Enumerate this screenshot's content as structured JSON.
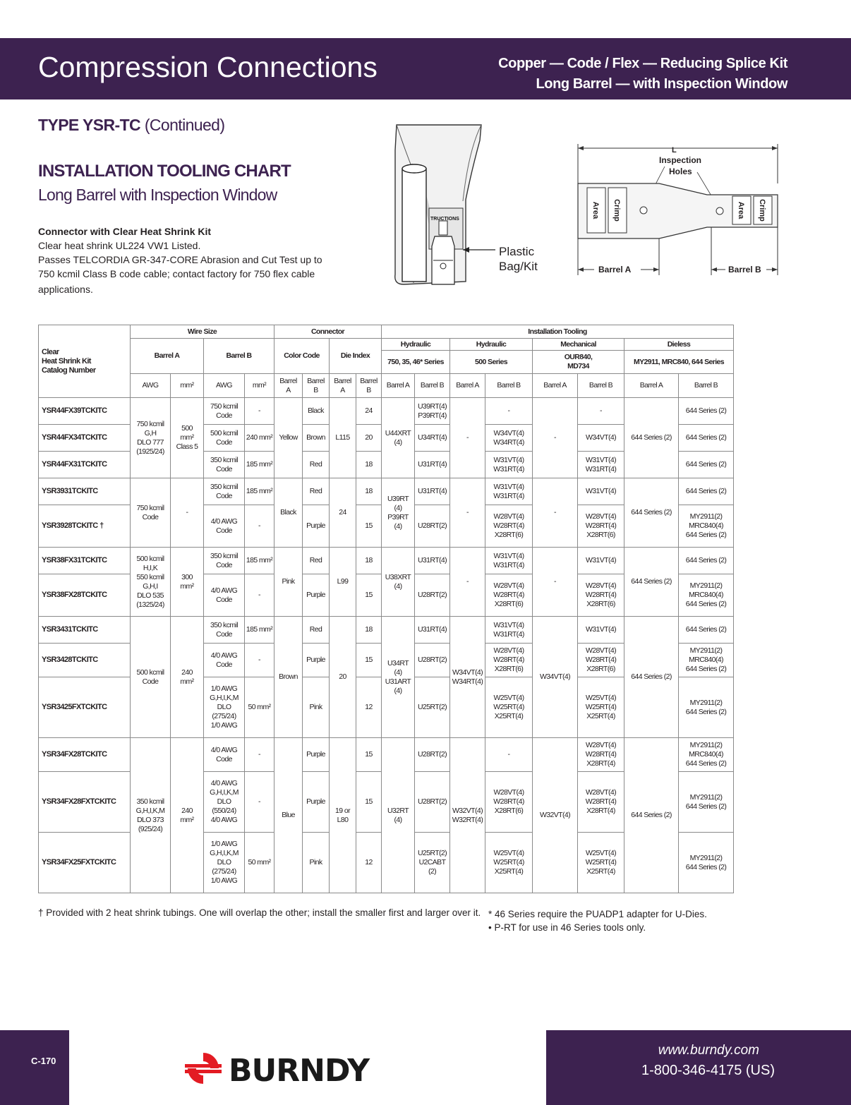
{
  "header": {
    "title": "Compression Connections",
    "sub1": "Copper — Code / Flex — Reducing Splice Kit",
    "sub2": "Long Barrel — with Inspection Window"
  },
  "type_line": {
    "bold": "TYPE YSR-TC",
    "rest": " (Continued)"
  },
  "chart_title": "INSTALLATION TOOLING CHART",
  "chart_subtitle": "Long Barrel with Inspection Window",
  "desc": {
    "heading": "Connector with Clear Heat Shrink Kit",
    "lines": [
      "Clear heat shrink UL224 VW1 Listed.",
      "Passes TELCORDIA GR-347-CORE Abrasion and Cut Test up to",
      "750 kcmil Class B code cable; contact factory for 750 flex cable",
      "applications."
    ]
  },
  "figure1": {
    "instructions": "TRUCTIONS",
    "label1": "Plastic",
    "label2": "Bag/Kit"
  },
  "figure2": {
    "L": "L",
    "insp1": "Inspection",
    "insp2": "Holes",
    "crimp": "Crimp",
    "area": "Area",
    "barrelA": "Barrel A",
    "barrelB": "Barrel B"
  },
  "table": {
    "h": {
      "catalog": [
        "Clear",
        "Heat Shrink Kit",
        "Catalog Number"
      ],
      "wire_size": "Wire Size",
      "connector": "Connector",
      "installation_tooling": "Installation Tooling",
      "barrel_a": "Barrel A",
      "barrel_b": "Barrel B",
      "color_code": "Color Code",
      "die_index": "Die Index",
      "hydraulic": "Hydraulic",
      "mechanical": "Mechanical",
      "dieless": "Dieless",
      "h1_series": "750, 35, 46* Series",
      "h2_series": "500 Series",
      "mech_series": [
        "OUR840,",
        "MD734"
      ],
      "dieless_series": "MY2911, MRC840, 644 Series",
      "awg": "AWG",
      "mm2": "mm²",
      "barrel": "Barrel",
      "a": "A",
      "b": "B",
      "barrelA": "Barrel A",
      "barrelB": "Barrel B"
    },
    "rows": [
      {
        "cat": "YSR44FX39TCKITC",
        "wb": "750 kcmil|Code",
        "wbm": "-",
        "col": "Black",
        "dib": "24",
        "h1b": "U39RT(4)|P39RT(4)",
        "h2b": "-",
        "mb": "-",
        "db": "644 Series (2)"
      },
      {
        "cat": "YSR44FX34TCKITC",
        "wb": "500 kcmil|Code",
        "wbm": "240 mm²",
        "col": "Brown",
        "dib": "20",
        "h1b": "U34RT(4)",
        "h2b": "W34VT(4)|W34RT(4)",
        "mb": "W34VT(4)",
        "db": "644 Series (2)"
      },
      {
        "cat": "YSR44FX31TCKITC",
        "wb": "350 kcmil|Code",
        "wbm": "185 mm²",
        "col": "Red",
        "dib": "18",
        "h1b": "U31RT(4)",
        "h2b": "W31VT(4)|W31RT(4)",
        "mb": "W31VT(4)|W31RT(4)",
        "db": "644 Series (2)"
      },
      {
        "cat": "YSR3931TCKITC",
        "wb": "350 kcmil|Code",
        "wbm": "185 mm²",
        "col": "Red",
        "dib": "18",
        "h1b": "U31RT(4)",
        "h2b": "W31VT(4)|W31RT(4)",
        "mb": "W31VT(4)",
        "db": "644 Series (2)"
      },
      {
        "cat": "YSR3928TCKITC †",
        "wb": "4/0 AWG|Code",
        "wbm": "-",
        "col": "Purple",
        "dib": "15",
        "h1b": "U28RT(2)",
        "h2b": "W28VT(4)|W28RT(4)|X28RT(6)",
        "mb": "W28VT(4)|W28RT(4)|X28RT(6)",
        "db": "MY2911(2)|MRC840(4)|644 Series (2)"
      },
      {
        "cat": "YSR38FX31TCKITC",
        "wb": "350 kcmil|Code",
        "wbm": "185 mm²",
        "col": "Red",
        "dib": "18",
        "h1b": "U31RT(4)",
        "h2b": "W31VT(4)|W31RT(4)",
        "mb": "W31VT(4)",
        "db": "644 Series (2)"
      },
      {
        "cat": "YSR38FX28TCKITC",
        "wb": "4/0 AWG|Code",
        "wbm": "-",
        "col": "Purple",
        "dib": "15",
        "h1b": "U28RT(2)",
        "h2b": "W28VT(4)|W28RT(4)|X28RT(6)",
        "mb": "W28VT(4)|W28RT(4)|X28RT(6)",
        "db": "MY2911(2)|MRC840(4)|644 Series (2)"
      },
      {
        "cat": "YSR3431TCKITC",
        "wb": "350 kcmil|Code",
        "wbm": "185 mm²",
        "col": "Red",
        "dib": "18",
        "h1b": "U31RT(4)",
        "h2b": "W31VT(4)|W31RT(4)",
        "mb": "W31VT(4)",
        "db": "644 Series (2)"
      },
      {
        "cat": "YSR3428TCKITC",
        "wb": "4/0 AWG|Code",
        "wbm": "-",
        "col": "Purple",
        "dib": "15",
        "h1b": "U28RT(2)",
        "h2b": "W28VT(4)|W28RT(4)|X28RT(6)",
        "mb": "W28VT(4)|W28RT(4)|X28RT(6)",
        "db": "MY2911(2)|MRC840(4)|644 Series (2)"
      },
      {
        "cat": "YSR3425FXTCKITC",
        "wb": "1/0 AWG|G,H,I,K,M|DLO|(275/24)|1/0 AWG",
        "wbm": "50 mm²",
        "col": "Pink",
        "dib": "12",
        "h1b": "U25RT(2)",
        "h2b": "W25VT(4)|W25RT(4)|X25RT(4)",
        "mb": "W25VT(4)|W25RT(4)|X25RT(4)",
        "db": "MY2911(2)|644 Series (2)"
      },
      {
        "cat": "YSR34FX28TCKITC",
        "wb": "4/0 AWG|Code",
        "wbm": "-",
        "col": "Purple",
        "dib": "15",
        "h1b": "U28RT(2)",
        "h2b": "-",
        "mb": "W28VT(4)|W28RT(4)|X28RT(4)",
        "db": "MY2911(2)|MRC840(4)|644 Series (2)"
      },
      {
        "cat": "YSR34FX28FXTCKITC",
        "wb": "4/0 AWG|G,H,I,K,M|DLO|(550/24)|4/0 AWG",
        "wbm": "-",
        "col": "Purple",
        "dib": "15",
        "h1b": "U28RT(2)",
        "h2b": "W28VT(4)|W28RT(4)|X28RT(6)",
        "mb": "W28VT(4)|W28RT(4)|X28RT(4)",
        "db": "MY2911(2)|644 Series (2)"
      },
      {
        "cat": "YSR34FX25FXTCKITC",
        "wb": "1/0 AWG|G,H,I,K,M|DLO|(275/24)|1/0 AWG",
        "wbm": "50 mm²",
        "col": "Pink",
        "dib": "12",
        "h1b": "U25RT(2)|U2CABT|(2)",
        "h2b": "W25VT(4)|W25RT(4)|X25RT(4)",
        "mb": "W25VT(4)|W25RT(4)|X25RT(4)",
        "db": "MY2911(2)|644 Series (2)"
      }
    ],
    "groups": [
      {
        "wa": "750 kcmil|G,H|DLO 777|(1925/24)",
        "wam": "500|mm²|Class 5",
        "cca": "Yellow",
        "dia": "L115",
        "h1a": "U44XRT|(4)",
        "h2a": "-",
        "ma": "-",
        "da": "644 Series (2)"
      },
      {
        "wa": "750 kcmil|Code",
        "wam": "-",
        "cca": "Black",
        "dia": "24",
        "h1a": "U39RT|(4)|P39RT|(4)",
        "h2a": "-",
        "ma": "-",
        "da": "644 Series (2)"
      },
      {
        "wa": "500 kcmil|H,I,K|550 kcmil|G,H,I|DLO 535|(1325/24)",
        "wam": "300|mm²",
        "cca": "Pink",
        "dia": "L99",
        "h1a": "U38XRT|(4)",
        "h2a": "-",
        "ma": "-",
        "da": "644 Series (2)"
      },
      {
        "wa": "500 kcmil|Code",
        "wam": "240|mm²",
        "cca": "Brown",
        "dia": "20",
        "h1a": "U34RT|(4)|U31ART|(4)",
        "h2a": "W34VT(4)|W34RT(4)",
        "ma": "W34VT(4)",
        "da": "644 Series (2)"
      },
      {
        "wa": "350 kcmil|G,H,I,K,M|DLO 373|(925/24)",
        "wam": "240|mm²",
        "cca": "Blue",
        "dia": "19 or|L80",
        "h1a": "U32RT|(4)",
        "h2a": "W32VT(4)|W32RT(4)",
        "ma": "W32VT(4)",
        "da": "644 Series (2)"
      }
    ]
  },
  "footnote_dagger": "† Provided with 2 heat shrink tubings. One will overlap the other; install the smaller first and larger over it.",
  "footnote_46": "* 46 Series require the PUADP1 adapter for U-Dies.",
  "footnote_prt": "• P-RT for use in 46 Series tools only.",
  "footer": {
    "page": "C-170",
    "brand": "BURNDY",
    "url": "www.burndy.com",
    "phone": "1-800-346-4175 (US)"
  },
  "colors": {
    "brand": "#3d2250",
    "logo_red": "#e31b23"
  }
}
